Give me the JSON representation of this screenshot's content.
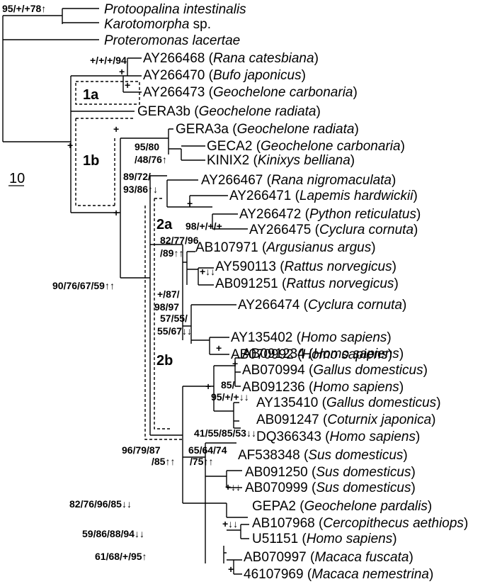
{
  "taxa": [
    {
      "acc": "",
      "sp": "Protoopalina intestinalis"
    },
    {
      "acc": "",
      "sp": "Karotomorpha",
      "suffix": " sp."
    },
    {
      "acc": "",
      "sp": "Proteromonas lacertae"
    },
    {
      "acc": "AY266468",
      "sp": "Rana catesbiana"
    },
    {
      "acc": "AY266470",
      "sp": "Bufo japonicus"
    },
    {
      "acc": "AY266473",
      "sp": "Geochelone carbonaria"
    },
    {
      "acc": "GERA3b",
      "sp": "Geochelone radiata"
    },
    {
      "acc": "GERA3a",
      "sp": "Geochelone radiata"
    },
    {
      "acc": "GECA2",
      "sp": "Geochelone carbonaria"
    },
    {
      "acc": "KINIX2",
      "sp": "Kinixys belliana"
    },
    {
      "acc": "AY266467",
      "sp": "Rana nigromaculata"
    },
    {
      "acc": "AY266471",
      "sp": "Lapemis hardwickii"
    },
    {
      "acc": "AY266472",
      "sp": "Python reticulatus"
    },
    {
      "acc": "AY266475",
      "sp": "Cyclura cornuta"
    },
    {
      "acc": "AB107971",
      "sp": "Argusianus argus"
    },
    {
      "acc": "AY590113",
      "sp": "Rattus norvegicus"
    },
    {
      "acc": "AB091251",
      "sp": "Rattus norvegicus"
    },
    {
      "acc": "AY266474",
      "sp": "Cyclura cornuta"
    },
    {
      "acc": "AY135402",
      "sp": "Homo sapiens"
    },
    {
      "acc": "AB070992",
      "sp": "Homo sapiens"
    },
    {
      "acc": "AB091234",
      "sp": "Homo sapiens"
    },
    {
      "acc": "AB070994",
      "sp": "Gallus domesticus"
    },
    {
      "acc": "AB091236",
      "sp": "Homo sapiens"
    },
    {
      "acc": "AY135410",
      "sp": "Gallus domesticus"
    },
    {
      "acc": "AB091247",
      "sp": "Coturnix japonica"
    },
    {
      "acc": "DQ366343",
      "sp": "Homo sapiens"
    },
    {
      "acc": "AF538348",
      "sp": "Sus domesticus"
    },
    {
      "acc": "AB091250",
      "sp": "Sus domesticus"
    },
    {
      "acc": "AB070999",
      "sp": "Sus domesticus"
    },
    {
      "acc": "GEPA2",
      "sp": "Geochelone pardalis"
    },
    {
      "acc": "AB107968",
      "sp": "Cercopithecus aethiops"
    },
    {
      "acc": "U51151",
      "sp": "Homo sapiens"
    },
    {
      "acc": "AB070997",
      "sp": "Macaca fuscata"
    },
    {
      "acc": "46107969",
      "sp": "Macaca nemestrina"
    }
  ],
  "clades": [
    "1a",
    "1b",
    "2a",
    "2b"
  ],
  "scale_label": "10",
  "support": [
    "95/+/+78↑",
    "+/+/+/94",
    "+",
    "+",
    "+",
    "+",
    "95/80",
    "/48/76↑",
    "89/72/",
    "93/86↑↓",
    "+",
    "98/+/+/+",
    "82/77/96",
    "/89↑↑",
    "+↓↓",
    "+/87/",
    "98/97",
    "57/55/",
    "55/67↓↓",
    "+",
    "90/76/67/59↑↑",
    "+",
    "+",
    "85/",
    "95/+/+↓↓",
    "+",
    "41/55/85/53↓↓",
    "96/79/87",
    "/85↑↑",
    "65/64/74",
    "/75↑↑",
    "+↓↓",
    "82/76/96/85↓↓",
    "+↓↓",
    "59/86/88/94↓↓",
    "61/68/+/95↑",
    "+"
  ]
}
